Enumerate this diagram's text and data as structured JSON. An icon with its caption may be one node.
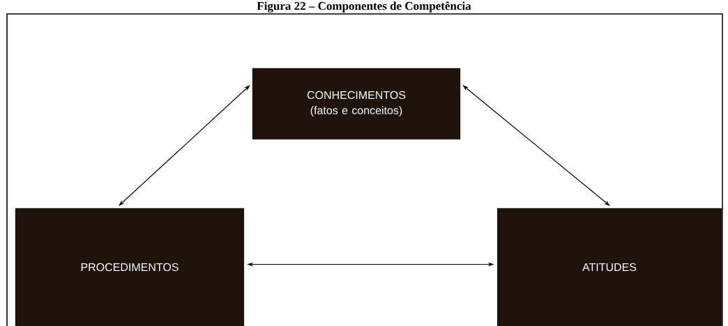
{
  "diagram": {
    "title": "Figura 22 – Componentes de Competência",
    "nodes": [
      {
        "text": [
          "CONHECIMENTOS (fatos e conceitos)"
        ]
      },
      {
        "text": [
          "PROCEDIMENTOS"
        ]
      },
      {
        "text": [
          "ATITUDES"
        ]
      }
    ],
    "edges": [
      {
        "from": 0,
        "to": 1,
        "arrow": "both"
      },
      {
        "from": 0,
        "to": 2,
        "arrow": "both"
      },
      {
        "from": 1,
        "to": 2,
        "arrow": "both"
      }
    ]
  }
}
